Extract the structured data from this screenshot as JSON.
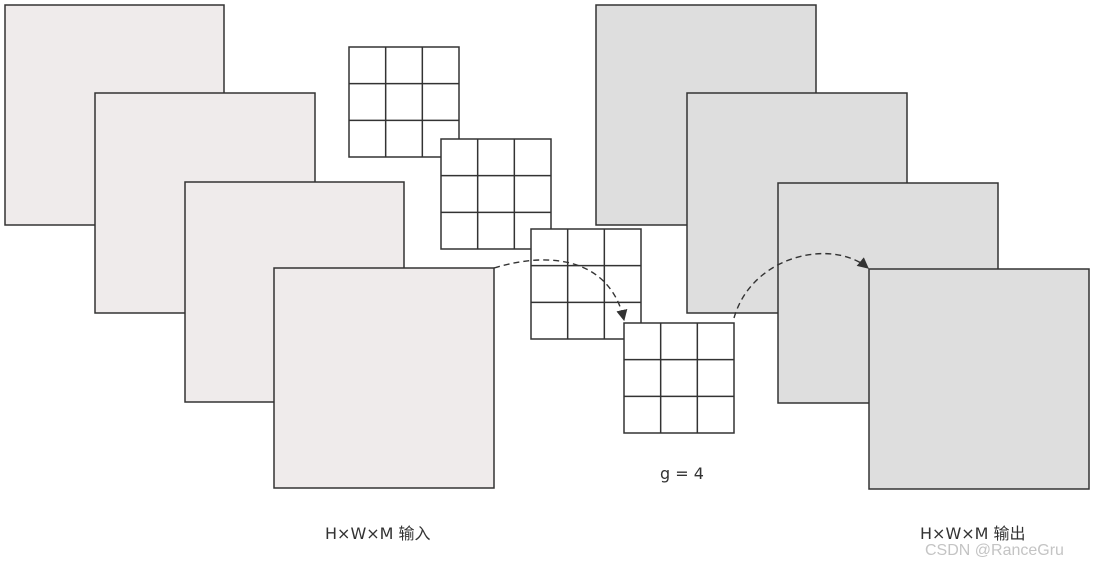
{
  "labels": {
    "input": "H×W×M 输入",
    "group": "g = 4",
    "output": "H×W×M 输出",
    "watermark": "CSDN @RanceGru"
  },
  "colors": {
    "input_fill": "#efebeb",
    "output_fill": "#dedede",
    "kernel_fill": "#ffffff",
    "stroke": "#333333"
  },
  "input_maps": 4,
  "kernels": 4,
  "kernel_grid": [
    3,
    3
  ],
  "output_maps": 4
}
